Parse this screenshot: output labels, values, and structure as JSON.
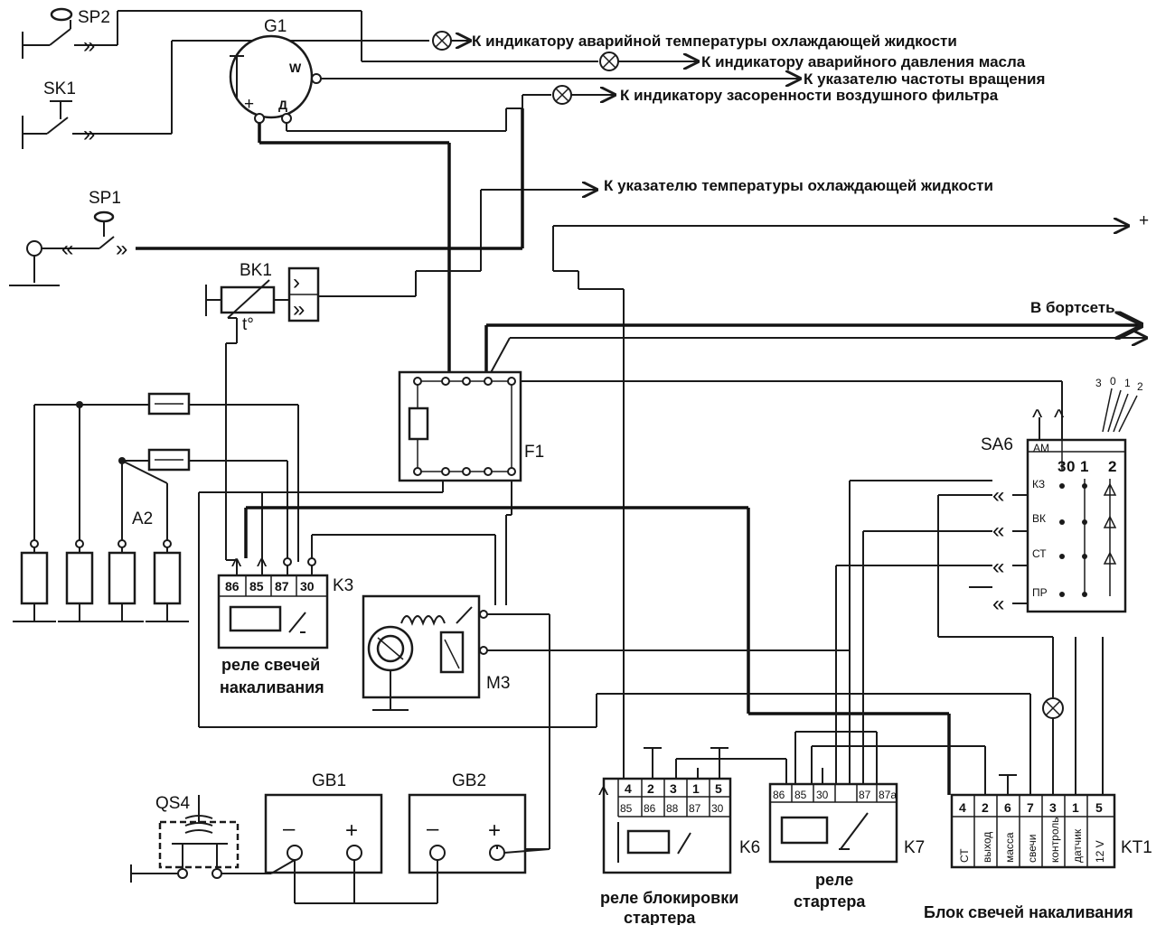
{
  "labels": {
    "sp2": "SP2",
    "sk1": "SK1",
    "sp1": "SP1",
    "g1": "G1",
    "g1_w": "W",
    "g1_plus": "+",
    "g1_d": "Д",
    "bk1": "BK1",
    "bk1_t": "t°",
    "a2": "A2",
    "f1": "F1",
    "k3": "K3",
    "m3": "M3",
    "sa6": "SA6",
    "qs4": "QS4",
    "gb1": "GB1",
    "gb2": "GB2",
    "k6": "K6",
    "k7": "K7",
    "kt1": "KT1",
    "plus_sign": "+",
    "minus_sign": "–"
  },
  "destinations": {
    "coolant_alarm": "К индикатору аварийной температуры охлаждающей жидкости",
    "oil_pressure": "К индикатору аварийного давления масла",
    "rpm": "К указателю частоты вращения",
    "air_filter": "К индикатору засоренности воздушного фильтра",
    "coolant_gauge": "К указателю температуры охлаждающей жидкости",
    "plus_out": "+",
    "board_net": "В бортсеть"
  },
  "k3": {
    "pins": [
      "86",
      "85",
      "87",
      "30"
    ],
    "caption_line1": "реле свечей",
    "caption_line2": "накаливания"
  },
  "k6": {
    "pins_top": [
      "4",
      "2",
      "3",
      "1",
      "5"
    ],
    "pins_bottom": [
      "85",
      "86",
      "88",
      "87",
      "30"
    ],
    "caption_line1": "реле блокировки",
    "caption_line2": "стартера"
  },
  "k7": {
    "pins": [
      "86",
      "85",
      "30",
      "87",
      "87a"
    ],
    "caption_line1": "реле",
    "caption_line2": "стартера"
  },
  "kt1": {
    "pins": [
      "4",
      "2",
      "6",
      "7",
      "3",
      "1",
      "5"
    ],
    "pin_names": [
      "СТ",
      "выход",
      "масса",
      "свечи",
      "контроль",
      "датчик",
      "12 V"
    ],
    "caption": "Блок свечей накаливания"
  },
  "sa6": {
    "positions": [
      "3",
      "0",
      "1",
      "2"
    ],
    "rows": [
      "АМ",
      "КЗ",
      "ВК",
      "СТ",
      "ПР"
    ]
  },
  "colors": {
    "ink": "#1a1a1a",
    "background": "#ffffff"
  }
}
